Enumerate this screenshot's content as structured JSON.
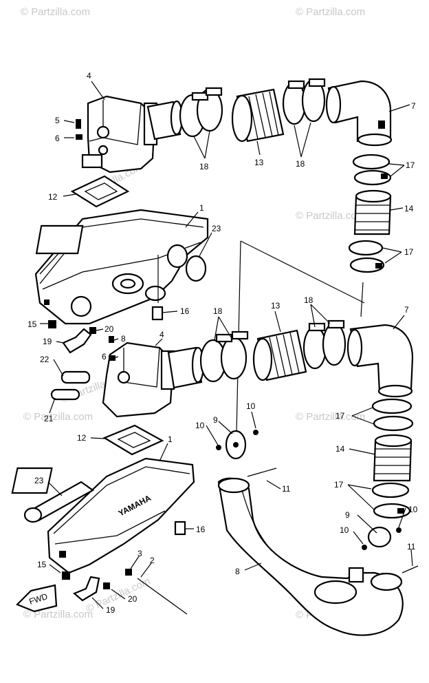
{
  "watermarks": [
    "© Partzilla.com",
    "© Partzilla.com",
    "© Partzilla.com",
    "© Partzilla.com",
    "© Partzilla.com",
    "© Partzilla.com",
    "© Partzilla.com",
    "© Partzilla.com",
    "© Partzilla.com",
    "© Partzilla.com",
    "© Partzilla.com"
  ],
  "brand_text": "YAMAHA",
  "direction_text": "FWD",
  "callouts": [
    "4",
    "5",
    "6",
    "18",
    "13",
    "18",
    "7",
    "17",
    "14",
    "12",
    "1",
    "23",
    "17",
    "15",
    "20",
    "8",
    "19",
    "16",
    "18",
    "13",
    "18",
    "7",
    "4",
    "5",
    "6",
    "22",
    "21",
    "10",
    "9",
    "10",
    "17",
    "14",
    "12",
    "1",
    "11",
    "23",
    "16",
    "17",
    "9",
    "10",
    "10",
    "3",
    "2",
    "11",
    "15",
    "8",
    "19",
    "20"
  ]
}
